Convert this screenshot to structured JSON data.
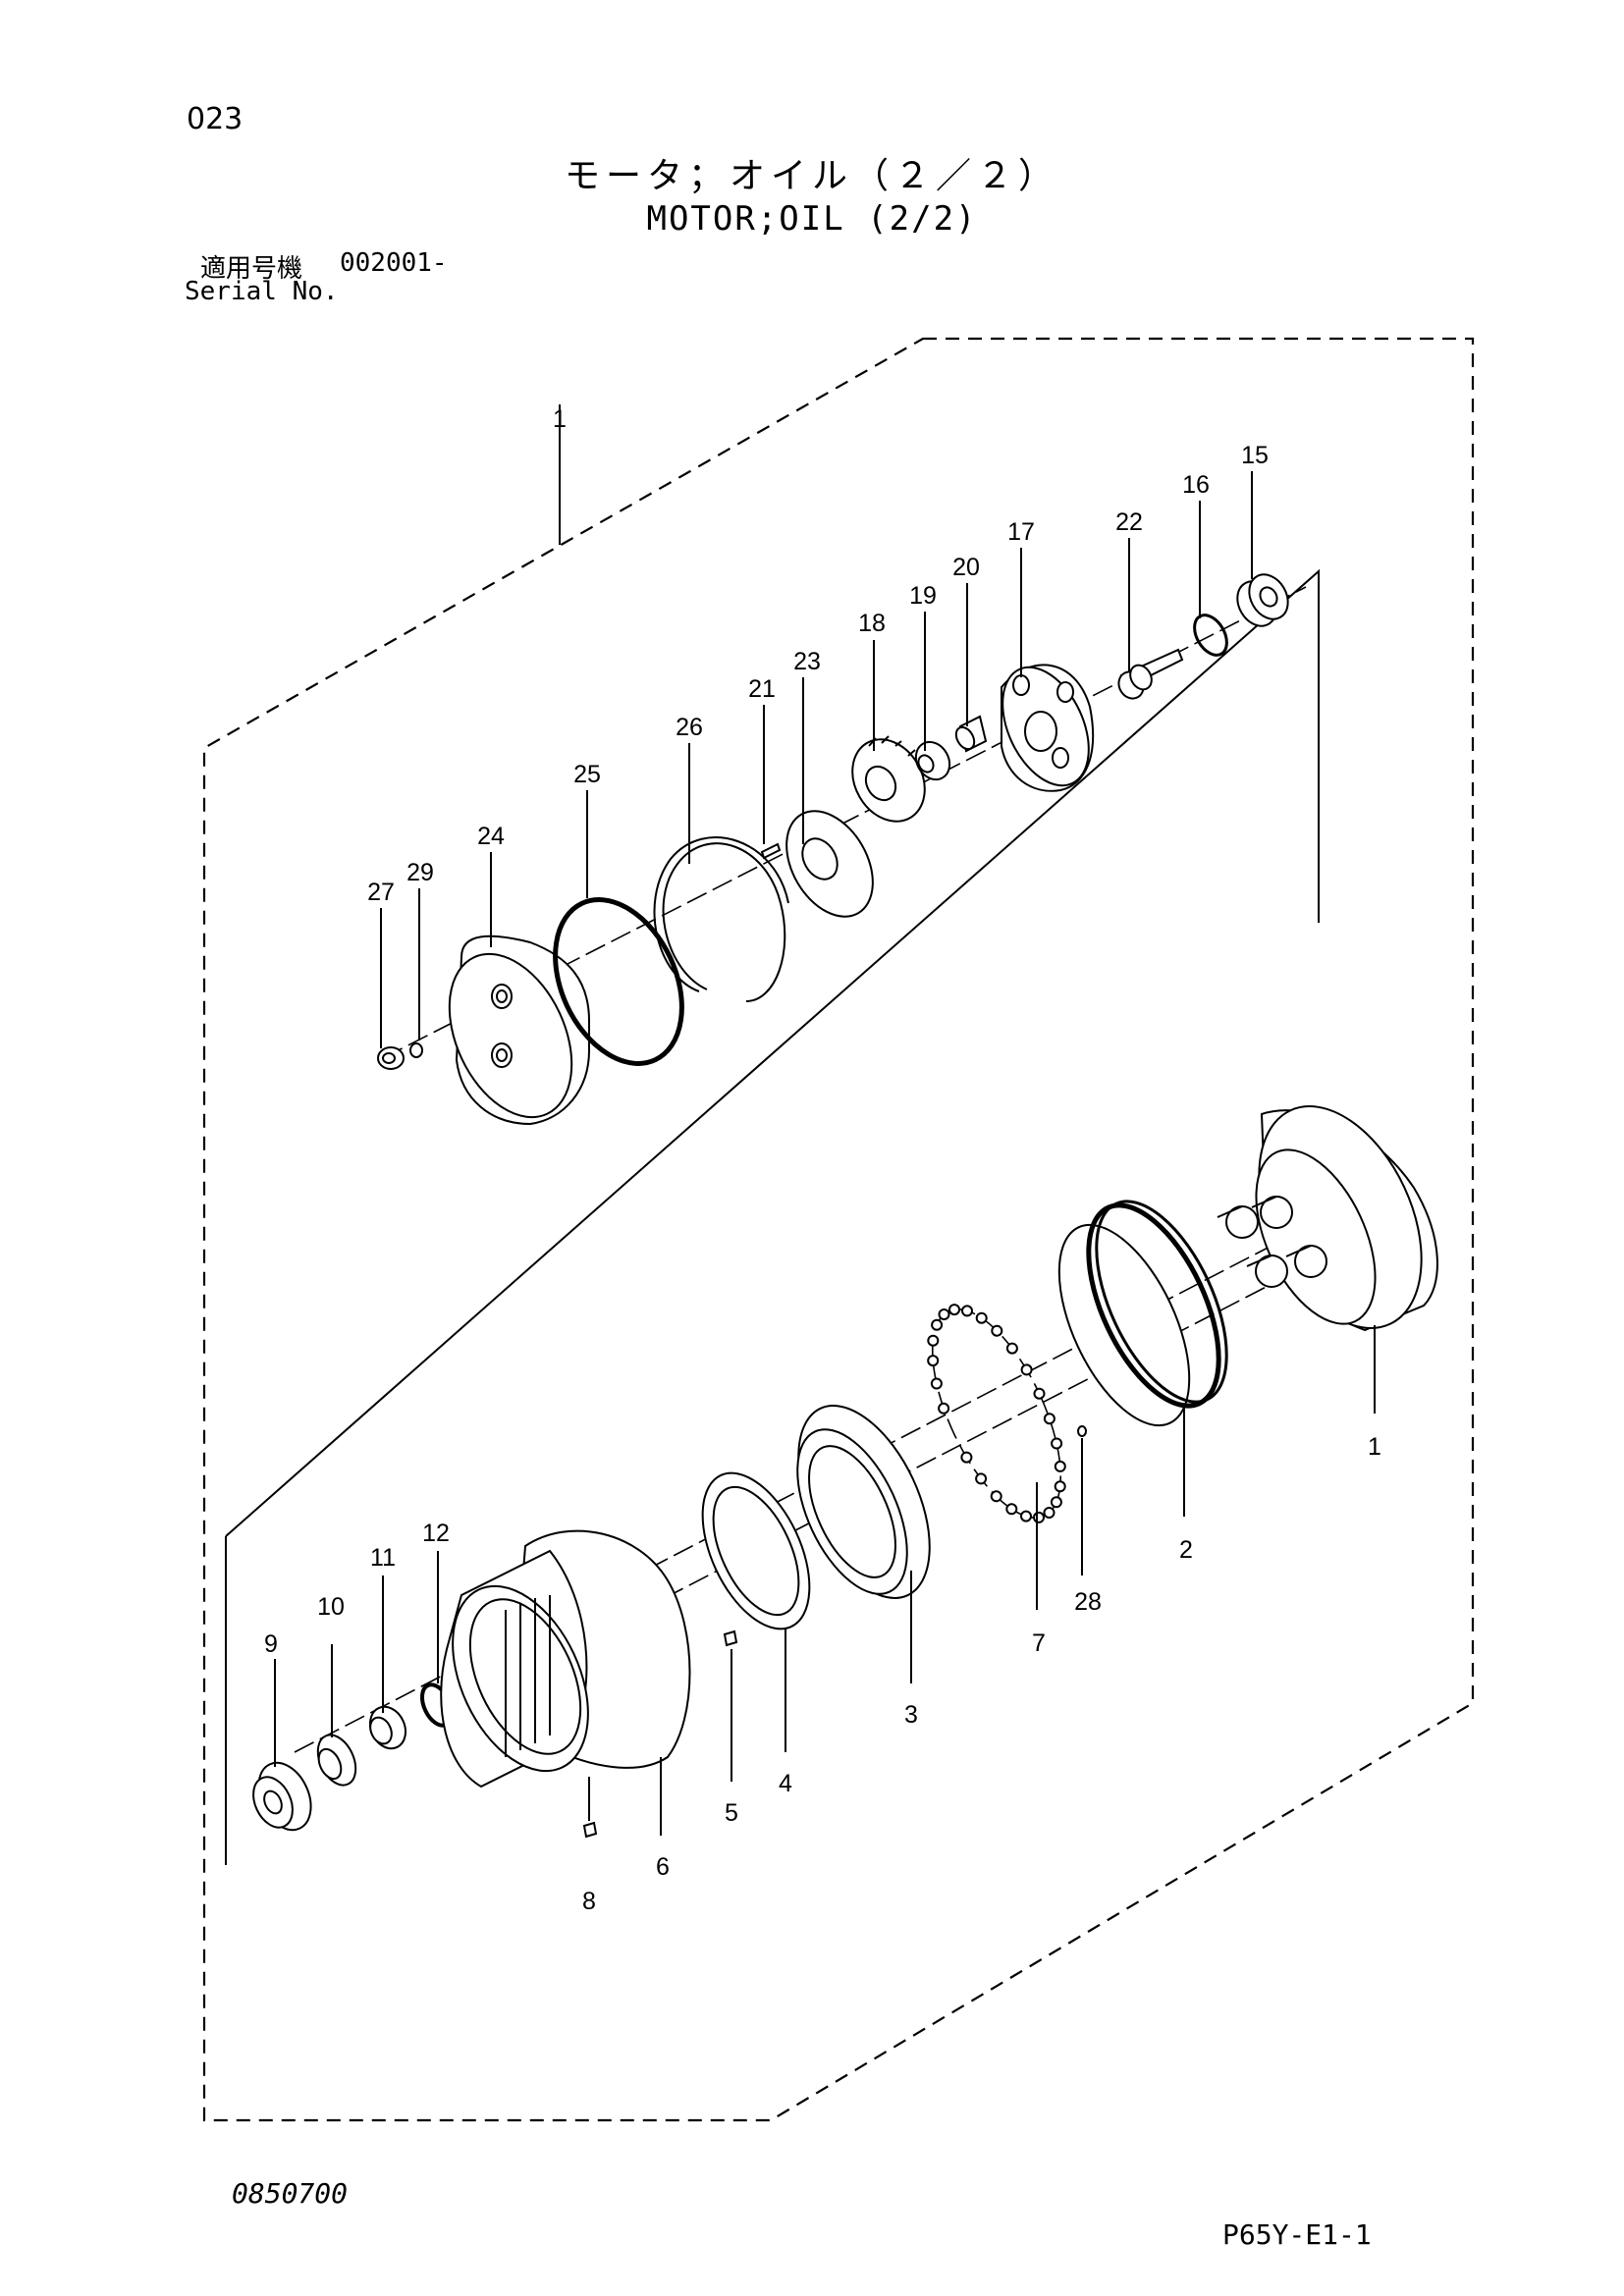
{
  "page": {
    "number": "023",
    "title_jp": "モータ；オイル（２／２）",
    "title_en": "MOTOR;OIL (2/2)",
    "serial_label_jp": "適用号機",
    "serial_value": "002001-",
    "serial_label_en": "Serial No.",
    "diagram_code": "0850700",
    "sheet_code": "P65Y-E1-1"
  },
  "callouts": {
    "c1a": "1",
    "c1b": "1",
    "c2": "2",
    "c3": "3",
    "c4": "4",
    "c5": "5",
    "c6": "6",
    "c7": "7",
    "c8": "8",
    "c9": "9",
    "c10": "10",
    "c11": "11",
    "c12": "12",
    "c15": "15",
    "c16": "16",
    "c17": "17",
    "c18": "18",
    "c19": "19",
    "c20": "20",
    "c21": "21",
    "c22": "22",
    "c23": "23",
    "c24": "24",
    "c25": "25",
    "c26": "26",
    "c27": "27",
    "c28": "28",
    "c29": "29"
  }
}
